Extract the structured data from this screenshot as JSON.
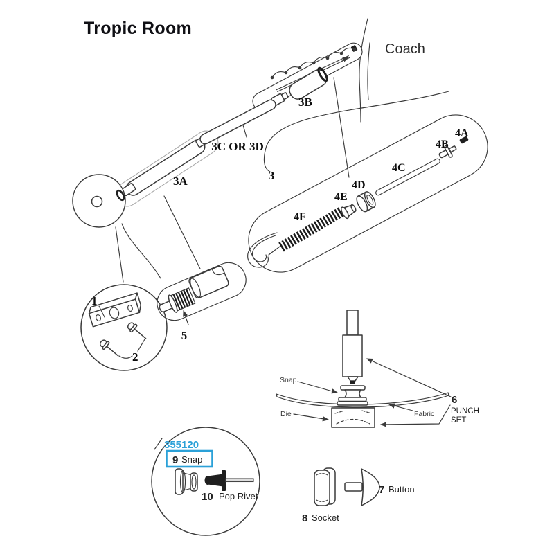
{
  "title": "Tropic Room",
  "coach_label": "Coach",
  "colors": {
    "line": "#3a3a3a",
    "accent": "#2ba1d8"
  },
  "parts": {
    "p1": "1",
    "p2": "2",
    "p3": "3",
    "p3a": "3A",
    "p3b": "3B",
    "p3cd": "3C OR 3D",
    "p4a": "4A",
    "p4b": "4B",
    "p4c": "4C",
    "p4d": "4D",
    "p4e": "4E",
    "p4f": "4F",
    "p5": "5",
    "p6": "6",
    "p6_name_1": "PUNCH",
    "p6_name_2": "SET",
    "p7": "7",
    "p7_name": "Button",
    "p8": "8",
    "p8_name": "Socket",
    "p9": "9",
    "p9_name": "Snap",
    "p10": "10",
    "p10_name": "Pop Rivet"
  },
  "highlight": {
    "part_number": "355120"
  },
  "punch_diagram": {
    "snap": "Snap",
    "die": "Die",
    "fabric": "Fabric"
  }
}
